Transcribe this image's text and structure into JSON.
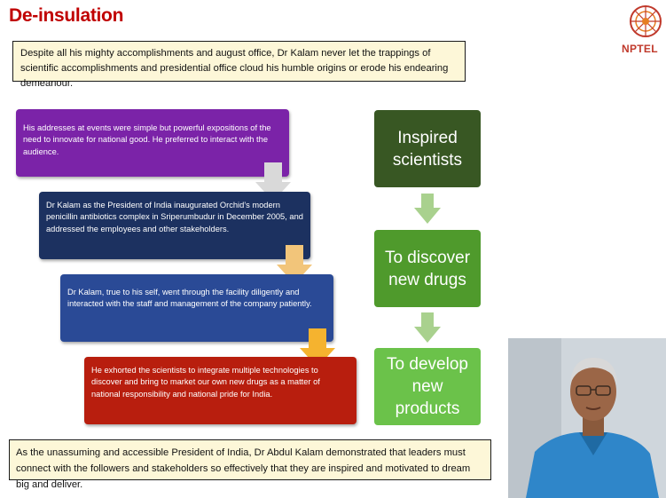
{
  "slide": {
    "title": "De-insulation",
    "intro": "Despite all his mighty accomplishments and august office, Dr Kalam never let the trappings of scientific accomplishments and presidential office cloud his humble origins or erode his endearing demeanour.",
    "steps": [
      {
        "text": "His addresses at events were simple but powerful expositions of the need to innovate for national good. He preferred to interact with the audience.",
        "color": "#7b23a8"
      },
      {
        "text": "Dr Kalam as the President of India inaugurated Orchid’s modern penicillin antibiotics complex in Sriperumbudur in December 2005, and addressed the employees and other stakeholders.",
        "color": "#1c3160"
      },
      {
        "text": "Dr Kalam, true to his self, went through the facility diligently and interacted with the staff and management of the company patiently.",
        "color": "#2a4a96"
      },
      {
        "text": "He exhorted the scientists to integrate multiple technologies to discover and bring to market our own new drugs as a matter of national responsibility and national pride for India.",
        "color": "#b81e0e"
      }
    ],
    "outcomes": [
      {
        "text": "Inspired scientists",
        "color": "#385723"
      },
      {
        "text": "To discover new drugs",
        "color": "#4f9a2c"
      },
      {
        "text": "To develop new products",
        "color": "#6bc24a"
      }
    ],
    "conclusion": "As the unassuming and accessible President of India, Dr Abdul Kalam demonstrated that leaders must connect with the followers and stakeholders so effectively that they are inspired and motivated to dream big and deliver."
  },
  "logo": {
    "label": "NPTEL",
    "icon": "nptel-logo-icon"
  },
  "presenter": {
    "icon": "presenter-video-feed"
  },
  "colors": {
    "title": "#c00000",
    "box_fill": "#fdf7d8",
    "arrow_step1": "#d9d9d9",
    "arrow_step2": "#f2c57a",
    "arrow_step3": "#f5b32f",
    "green_arrow": "#a9d18e"
  }
}
